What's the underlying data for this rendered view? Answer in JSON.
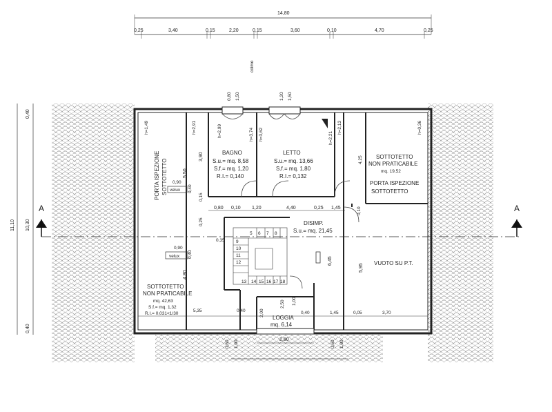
{
  "overall_width": "14,80",
  "top_dims": [
    "0,25",
    "3,40",
    "0,15",
    "2,20",
    "0,15",
    "3,60",
    "0,10",
    "4,70",
    "0,25"
  ],
  "window_dims": [
    "0,80",
    "1,50",
    "1,20",
    "1,50"
  ],
  "colmo_label": "colmo",
  "left_dims": {
    "outer": "11,10",
    "inner": "10,30",
    "top": "0,40",
    "bottom": "0,40"
  },
  "section_marker": "A",
  "rooms": {
    "bagno": {
      "name": "BAGNO",
      "su": "S.u.= mq. 8,58",
      "sf": "S.f.= mq. 1,20",
      "ri": "R.I.= 0,140",
      "h": "h=2,99",
      "h2": "h=3,74"
    },
    "letto": {
      "name": "LETTO",
      "su": "S.u.= mq. 13,66",
      "sf": "S.f.= mq. 1,80",
      "ri": "R.I.= 0,132",
      "h": "h=3,62",
      "h2": "h=2,21"
    },
    "sottotetto_right": {
      "name": "SOTTOTETTO",
      "name2": "NON PRATICABILE",
      "su": "mq. 19,52",
      "h": "h=0,36",
      "h_left": "h=2,13",
      "dim": "4,25"
    },
    "porta_right": {
      "line1": "PORTA ISPEZIONE",
      "line2": "SOTTOTETTO"
    },
    "porta_left": {
      "line1": "PORTA ISPEZIONE",
      "line2": "SOTTOTETTO"
    },
    "disimp": {
      "name": "DISIMP.",
      "su": "S.u.= mq. 21,45",
      "dim": "6,45"
    },
    "vuoto": {
      "name": "VUOTO SU P.T.",
      "dim": "5,95"
    },
    "sottotetto_left": {
      "name": "SOTTOTETTO",
      "name2": "NON PRATICABILE",
      "su": "mq. 42,63",
      "sf": "S.f.= mq. 1,32",
      "ri": "R.I.= 0,031<1/30",
      "h": "h=1,49",
      "h2": "h=2,91"
    },
    "loggia": {
      "name": "LOGGIA",
      "su": "mq. 6,14",
      "dim": "2,80",
      "dim_v": "2,50",
      "dim_v2": "1,00",
      "dim_h": "2,00"
    }
  },
  "velux": {
    "label": "velux",
    "w": "0,90",
    "h": "0,40"
  },
  "mid_dims": [
    "0,80",
    "0,10",
    "1,20",
    "4,40",
    "0,25",
    "1,45",
    "0,10"
  ],
  "left_mid_dims": [
    "5,50",
    "3,90",
    "0,15",
    "0,25",
    "4,80",
    "0,35"
  ],
  "bottom_dims": [
    "5,35",
    "0,40",
    "0,40",
    "1,45",
    "0,05",
    "3,70"
  ],
  "bottom_sub_dims": [
    "0,60",
    "1,00",
    "0,60",
    "1,00"
  ],
  "stair_steps": [
    "5",
    "6",
    "7",
    "8",
    "9",
    "10",
    "11",
    "12",
    "13",
    "14",
    "15",
    "16",
    "17",
    "18"
  ]
}
